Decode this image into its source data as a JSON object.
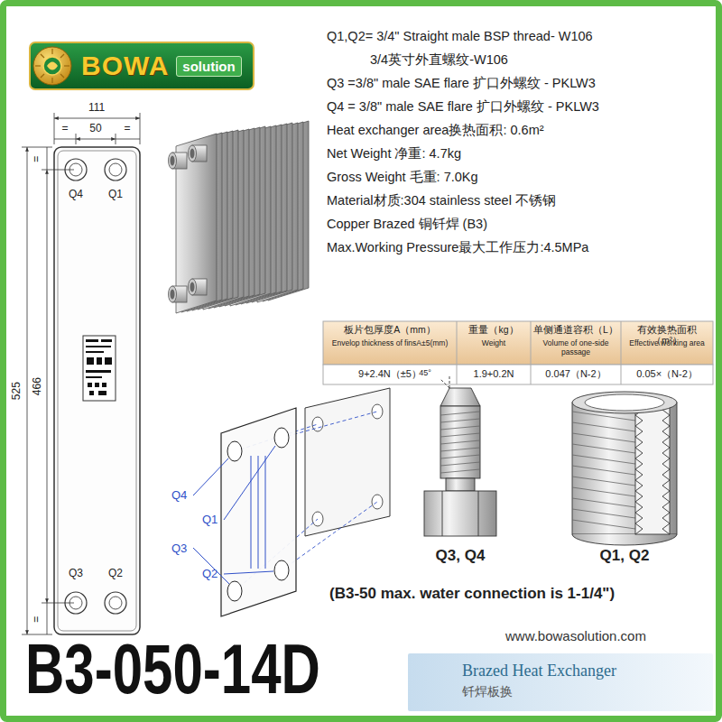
{
  "diagram": {
    "title": "B3-050-14D",
    "nodes": [
      {
        "text": [
          "BOWA",
          "solution"
        ]
      },
      {
        "text": [
          "Brazed Heat Exchanger",
          "钎焊板换"
        ]
      }
    ],
    "labels": [
      "Q1,Q2= 3/4\" Straight male BSP thread- W106",
      "3/4英寸外直螺纹-W106",
      "Q3 =3/8\" male SAE flare 扩口外螺纹 - PKLW3",
      "Q4 = 3/8\" male SAE flare 扩口外螺纹 - PKLW3",
      "Heat exchanger area换热面积: 0.6m²",
      "Net Weight 净重: 4.7kg",
      "Gross Weight 毛重: 7.0Kg",
      "Material材质:304 stainless steel 不锈钢",
      "Copper Brazed 铜钎焊 (B3)",
      "Max.Working Pressure最大工作压力:4.5MPa",
      "111",
      "50",
      "=",
      "=",
      "525",
      "466",
      "=",
      "=",
      "Q4",
      "Q1",
      "Q3",
      "Q2",
      "板片包厚度A（mm）",
      "Envelop thickness of finsA±5(mm)",
      "重量（kg）",
      "Weight",
      "单侧通道容积（L）",
      "Volume of one-side passage",
      "有效换热面积（m²）",
      "Effective working area",
      "9+2.4N（±5）",
      "1.9+0.2N",
      "0.047（N-2）",
      "0.05×（N-2）",
      "45°",
      "Q4",
      "Q1",
      "Q3",
      "Q2",
      "Q3, Q4",
      "Q1, Q2",
      "(B3-50 max. water connection is 1-1/4\")",
      "www.bowasolution.com"
    ]
  }
}
